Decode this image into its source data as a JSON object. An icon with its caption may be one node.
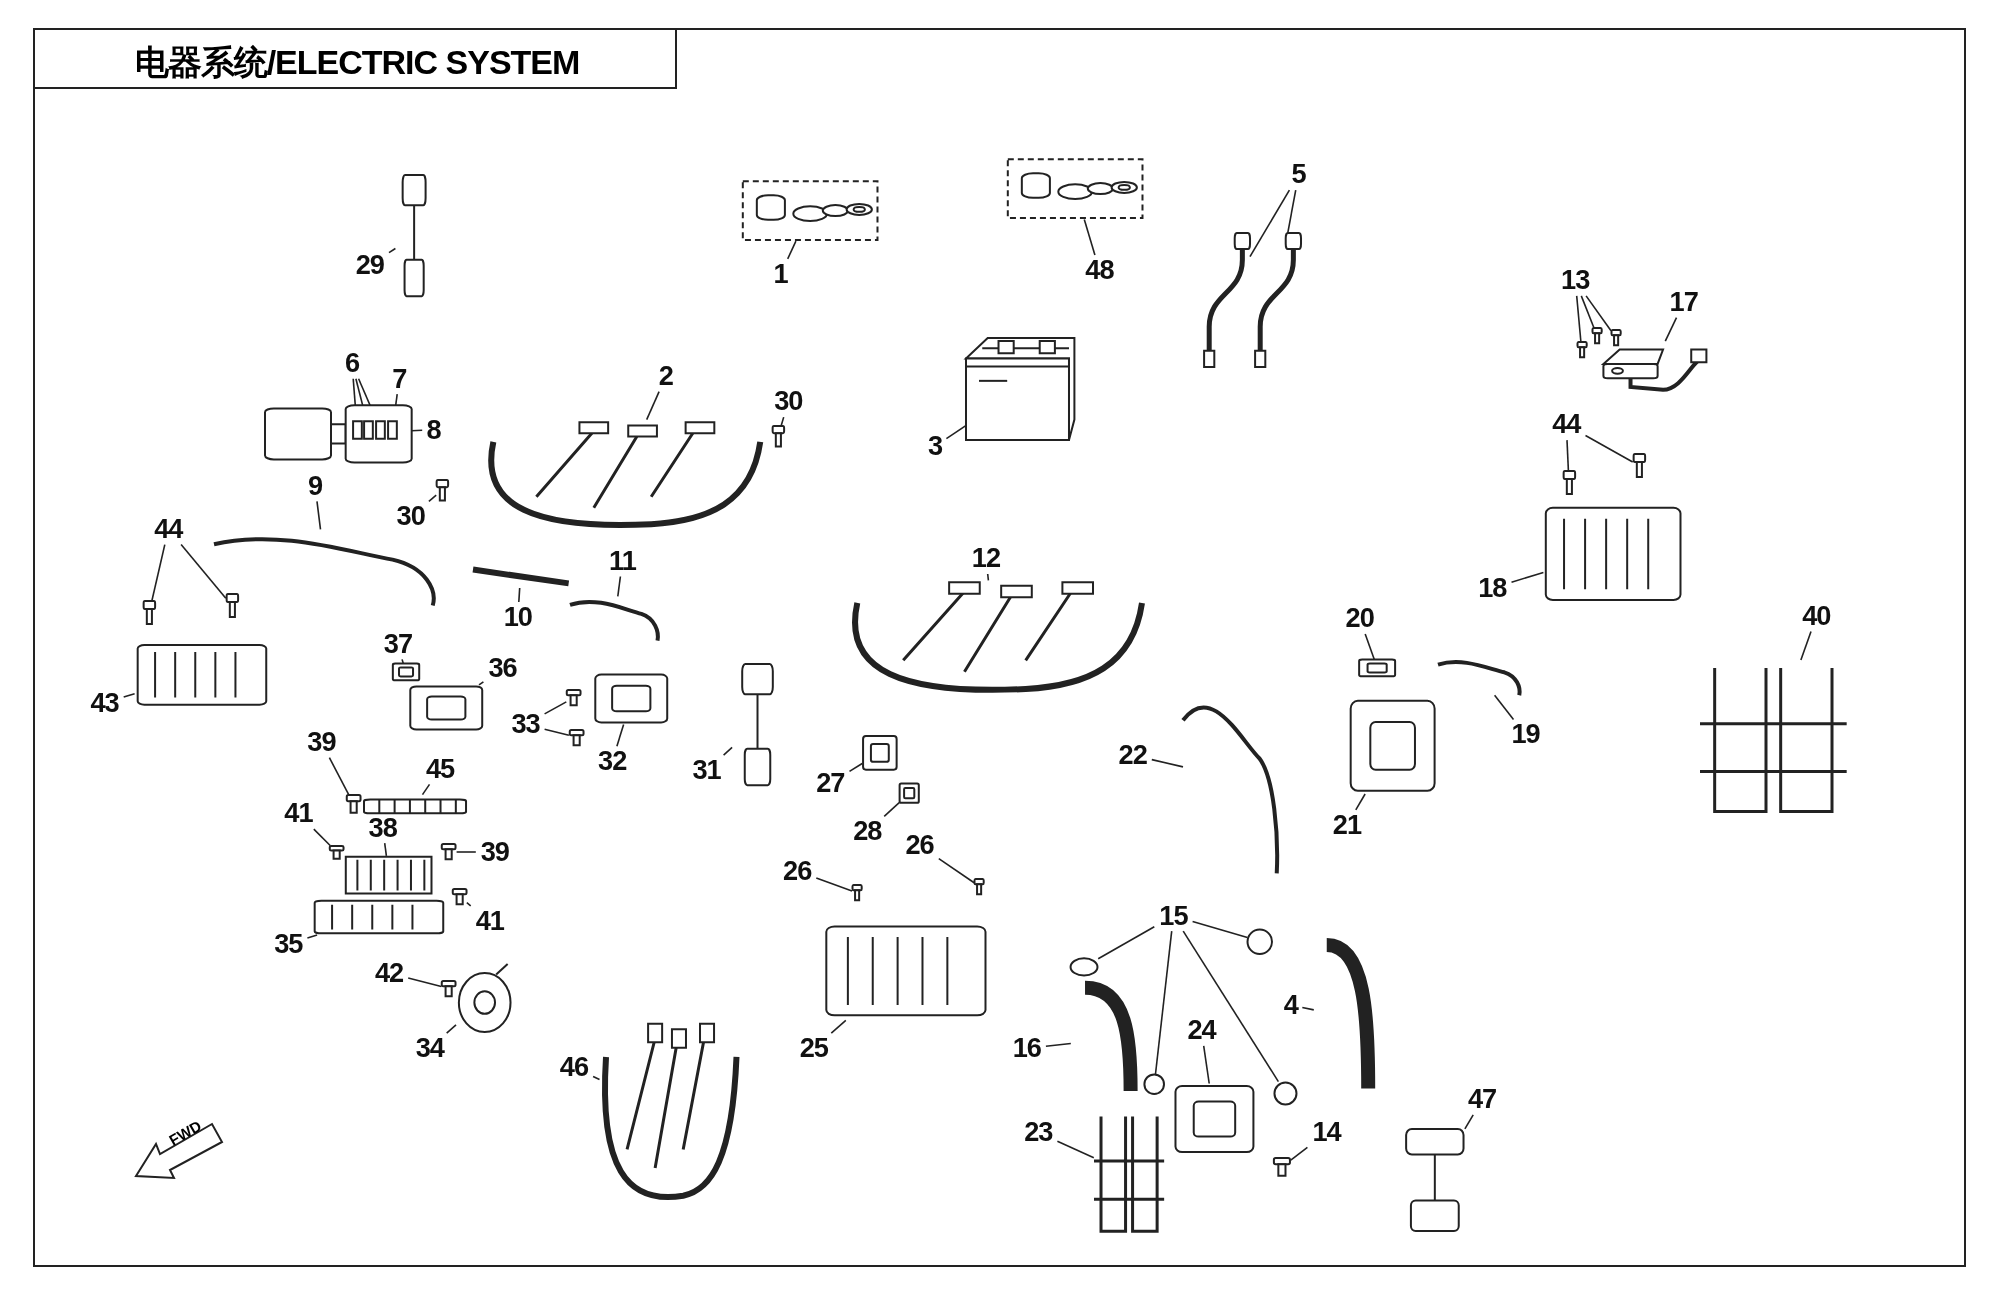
{
  "diagram": {
    "title": "电器系统/ELECTRIC SYSTEM",
    "nodes": [
      {
        "text": [
          "1"
        ]
      },
      {
        "text": [],
        "shape": "picture"
      },
      {
        "text": [
          "48"
        ]
      },
      {
        "text": [],
        "shape": "picture"
      },
      {
        "text": [
          "29"
        ]
      },
      {
        "text": [],
        "shape": "picture"
      },
      {
        "text": [
          "5"
        ]
      },
      {
        "text": [],
        "shape": "picture"
      },
      {
        "text": [],
        "shape": "picture"
      },
      {
        "text": [
          "13"
        ]
      },
      {
        "text": [],
        "shape": "picture"
      },
      {
        "text": [],
        "shape": "picture"
      },
      {
        "text": [],
        "shape": "picture"
      },
      {
        "text": [
          "17"
        ]
      },
      {
        "text": [],
        "shape": "picture"
      },
      {
        "text": [
          "8"
        ]
      },
      {
        "text": [],
        "shape": "picture"
      },
      {
        "text": [
          "6"
        ]
      },
      {
        "text": [],
        "shape": "box",
        "in": 16
      },
      {
        "text": [],
        "shape": "box",
        "in": 16
      },
      {
        "text": [],
        "shape": "box",
        "in": 16
      },
      {
        "text": [
          "7"
        ]
      },
      {
        "text": [],
        "shape": "box",
        "in": 16
      },
      {
        "text": [
          "2"
        ]
      },
      {
        "text": [],
        "shape": "picture"
      },
      {
        "text": [
          "30"
        ]
      },
      {
        "text": [],
        "shape": "picture"
      },
      {
        "text": [
          "30"
        ]
      },
      {
        "text": [],
        "shape": "picture"
      },
      {
        "text": [
          "3"
        ]
      },
      {
        "text": [],
        "shape": "picture"
      },
      {
        "text": [
          "44"
        ]
      },
      {
        "text": [],
        "shape": "picture"
      },
      {
        "text": [],
        "shape": "picture"
      },
      {
        "text": [
          "9"
        ]
      },
      {
        "text": [],
        "shape": "picture"
      },
      {
        "text": [
          "44"
        ]
      },
      {
        "text": [],
        "shape": "picture"
      },
      {
        "text": [],
        "shape": "picture"
      },
      {
        "text": [
          "43"
        ]
      },
      {
        "text": [],
        "shape": "picture"
      },
      {
        "text": [
          "10"
        ]
      },
      {
        "text": [],
        "shape": "picture"
      },
      {
        "text": [
          "11"
        ]
      },
      {
        "text": [],
        "shape": "picture"
      },
      {
        "text": [
          "12"
        ]
      },
      {
        "text": [],
        "shape": "picture"
      },
      {
        "text": [
          "18"
        ]
      },
      {
        "text": [],
        "shape": "picture"
      },
      {
        "text": [
          "20"
        ]
      },
      {
        "text": [],
        "shape": "picture"
      },
      {
        "text": [
          "40"
        ]
      },
      {
        "text": [],
        "shape": "picture"
      },
      {
        "text": [
          "19"
        ]
      },
      {
        "text": [],
        "shape": "picture"
      },
      {
        "text": [
          "37"
        ]
      },
      {
        "text": [],
        "shape": "picture"
      },
      {
        "text": [
          "36"
        ]
      },
      {
        "text": [],
        "shape": "picture"
      },
      {
        "text": [
          "33"
        ]
      },
      {
        "text": [],
        "shape": "picture"
      },
      {
        "text": [],
        "shape": "picture"
      },
      {
        "text": [
          "32"
        ]
      },
      {
        "text": [],
        "shape": "picture"
      },
      {
        "text": [
          "31"
        ]
      },
      {
        "text": [],
        "shape": "picture"
      },
      {
        "text": [
          "27"
        ]
      },
      {
        "text": [],
        "shape": "picture"
      },
      {
        "text": [
          "28"
        ]
      },
      {
        "text": [],
        "shape": "picture"
      },
      {
        "text": [
          "21"
        ]
      },
      {
        "text": [],
        "shape": "picture"
      },
      {
        "text": [
          "22"
        ]
      },
      {
        "text": [],
        "shape": "picture"
      },
      {
        "text": [
          "39"
        ]
      },
      {
        "text": [],
        "shape": "picture"
      },
      {
        "text": [
          "45"
        ]
      },
      {
        "text": [],
        "shape": "picture"
      },
      {
        "text": [
          "38"
        ]
      },
      {
        "text": [],
        "shape": "picture"
      },
      {
        "text": [
          "41"
        ]
      },
      {
        "text": [],
        "shape": "picture"
      },
      {
        "text": [
          "39"
        ]
      },
      {
        "text": [],
        "shape": "picture"
      },
      {
        "text": [
          "41"
        ]
      },
      {
        "text": [],
        "shape": "picture"
      },
      {
        "text": [
          "35"
        ]
      },
      {
        "text": [],
        "shape": "picture"
      },
      {
        "text": [
          "26"
        ]
      },
      {
        "text": [],
        "shape": "picture"
      },
      {
        "text": [
          "26"
        ]
      },
      {
        "text": [],
        "shape": "picture"
      },
      {
        "text": [
          "42"
        ]
      },
      {
        "text": [],
        "shape": "picture"
      },
      {
        "text": [
          "34"
        ]
      },
      {
        "text": [],
        "shape": "picture"
      },
      {
        "text": [
          "25"
        ]
      },
      {
        "text": [],
        "shape": "picture"
      },
      {
        "text": [
          "15"
        ]
      },
      {
        "text": [],
        "shape": "circle"
      },
      {
        "text": [],
        "shape": "circle"
      },
      {
        "text": [],
        "shape": "circle"
      },
      {
        "text": [],
        "shape": "circle"
      },
      {
        "text": [
          "4"
        ]
      },
      {
        "text": [],
        "shape": "picture"
      },
      {
        "text": [
          "24"
        ]
      },
      {
        "text": [],
        "shape": "picture"
      },
      {
        "text": [
          "16"
        ]
      },
      {
        "text": [],
        "shape": "picture"
      },
      {
        "text": [
          "46"
        ]
      },
      {
        "text": [],
        "shape": "picture"
      },
      {
        "text": [
          "23"
        ]
      },
      {
        "text": [],
        "shape": "picture"
      },
      {
        "text": [
          "14"
        ]
      },
      {
        "text": [],
        "shape": "picture"
      },
      {
        "text": [
          "47"
        ]
      },
      {
        "text": [],
        "shape": "picture"
      }
    ],
    "edges": [
      {
        "from": 0,
        "to": 1,
        "arrow": "none"
      },
      {
        "from": 2,
        "to": 3,
        "arrow": "none"
      },
      {
        "from": 4,
        "to": 5,
        "arrow": "none"
      },
      {
        "from": 6,
        "to": 7,
        "arrow": "none"
      },
      {
        "from": 6,
        "to": 8,
        "arrow": "none"
      },
      {
        "from": 9,
        "to": 10,
        "arrow": "none"
      },
      {
        "from": 9,
        "to": 11,
        "arrow": "none"
      },
      {
        "from": 9,
        "to": 12,
        "arrow": "none"
      },
      {
        "from": 13,
        "to": 14,
        "arrow": "none"
      },
      {
        "from": 15,
        "to": 16,
        "arrow": "none"
      },
      {
        "from": 17,
        "to": 18,
        "arrow": "none"
      },
      {
        "from": 17,
        "to": 19,
        "arrow": "none"
      },
      {
        "from": 17,
        "to": 20,
        "arrow": "none"
      },
      {
        "from": 21,
        "to": 22,
        "arrow": "none"
      },
      {
        "from": 23,
        "to": 24,
        "arrow": "none"
      },
      {
        "from": 25,
        "to": 26,
        "arrow": "none"
      },
      {
        "from": 27,
        "to": 28,
        "arrow": "none"
      },
      {
        "from": 29,
        "to": 30,
        "arrow": "none"
      },
      {
        "from": 31,
        "to": 32,
        "arrow": "none"
      },
      {
        "from": 31,
        "to": 33,
        "arrow": "none"
      },
      {
        "from": 34,
        "to": 35,
        "arrow": "none"
      },
      {
        "from": 36,
        "to": 37,
        "arrow": "none"
      },
      {
        "from": 36,
        "to": 38,
        "arrow": "none"
      },
      {
        "from": 39,
        "to": 40,
        "arrow": "none"
      },
      {
        "from": 41,
        "to": 42,
        "arrow": "none"
      },
      {
        "from": 43,
        "to": 44,
        "arrow": "none"
      },
      {
        "from": 45,
        "to": 46,
        "arrow": "none"
      },
      {
        "from": 47,
        "to": 48,
        "arrow": "none"
      },
      {
        "from": 49,
        "to": 50,
        "arrow": "none"
      },
      {
        "from": 51,
        "to": 52,
        "arrow": "none"
      },
      {
        "from": 53,
        "to": 54,
        "arrow": "none"
      },
      {
        "from": 55,
        "to": 56,
        "arrow": "none"
      },
      {
        "from": 57,
        "to": 58,
        "arrow": "none"
      },
      {
        "from": 59,
        "to": 60,
        "arrow": "none"
      },
      {
        "from": 59,
        "to": 61,
        "arrow": "none"
      },
      {
        "from": 62,
        "to": 63,
        "arrow": "none"
      },
      {
        "from": 64,
        "to": 65,
        "arrow": "none"
      },
      {
        "from": 66,
        "to": 67,
        "arrow": "none"
      },
      {
        "from": 68,
        "to": 69,
        "arrow": "none"
      },
      {
        "from": 70,
        "to": 71,
        "arrow": "none"
      },
      {
        "from": 72,
        "to": 73,
        "arrow": "none"
      },
      {
        "from": 74,
        "to": 75,
        "arrow": "none"
      },
      {
        "from": 76,
        "to": 77,
        "arrow": "none"
      },
      {
        "from": 78,
        "to": 79,
        "arrow": "none"
      },
      {
        "from": 80,
        "to": 81,
        "arrow": "none"
      },
      {
        "from": 82,
        "to": 83,
        "arrow": "none"
      },
      {
        "from": 84,
        "to": 85,
        "arrow": "none"
      },
      {
        "from": 86,
        "to": 87,
        "arrow": "none"
      },
      {
        "from": 88,
        "to": 89,
        "arrow": "none"
      },
      {
        "from": 90,
        "to": 91,
        "arrow": "none"
      },
      {
        "from": 92,
        "to": 93,
        "arrow": "none"
      },
      {
        "from": 94,
        "to": 95,
        "arrow": "none"
      },
      {
        "from": 96,
        "to": 97,
        "arrow": "none"
      },
      {
        "from": 98,
        "to": 99,
        "arrow": "none"
      },
      {
        "from": 98,
        "to": 100,
        "arrow": "none"
      },
      {
        "from": 98,
        "to": 101,
        "arrow": "none"
      },
      {
        "from": 98,
        "to": 102,
        "arrow": "none"
      },
      {
        "from": 103,
        "to": 104,
        "arrow": "none"
      },
      {
        "from": 105,
        "to": 106,
        "arrow": "none"
      },
      {
        "from": 107,
        "to": 108,
        "arrow": "none"
      },
      {
        "from": 109,
        "to": 110,
        "arrow": "none"
      },
      {
        "from": 111,
        "to": 112,
        "arrow": "none"
      },
      {
        "from": 113,
        "to": 114,
        "arrow": "none"
      },
      {
        "from": 115,
        "to": 116,
        "arrow": "none"
      }
    ],
    "labels": [
      "FWD"
    ]
  }
}
